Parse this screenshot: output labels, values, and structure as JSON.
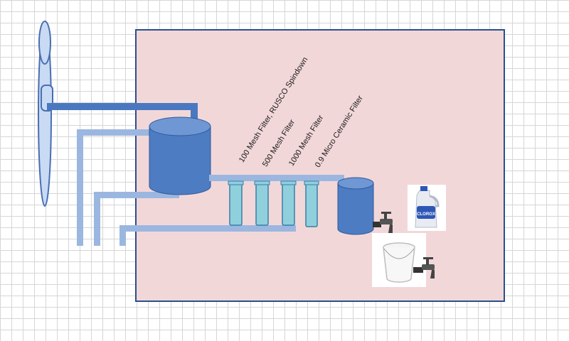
{
  "colors": {
    "enclosure_fill": "#f2d7d9",
    "enclosure_stroke": "#2b4f8c",
    "pipe_dark": "#4a78c0",
    "pipe_light": "#9bb7e0",
    "tank_fill": "#4d7cc2",
    "tank_top": "#6e97d4",
    "filter_fill": "#8fd0dc",
    "filter_stroke": "#3b7ea8",
    "turbine_fill": "#c9daf4",
    "turbine_stroke": "#4a6fb0"
  },
  "icons": {
    "turbine": "wind-turbine-icon",
    "upper_tank": "storage-tank-icon",
    "lower_tank": "filtered-water-tank-icon",
    "faucet": "faucet-icon",
    "bleach": "bleach-bottle-icon",
    "bucket": "bucket-icon"
  },
  "filters": [
    {
      "label": "100 Mesh Filter, RUSCO Spindown"
    },
    {
      "label": "500 Mesh Filter"
    },
    {
      "label": "1000 Mesh Filter"
    },
    {
      "label": "0.9 Micro Ceramic Filter"
    }
  ],
  "bleach_label": "CLOROX"
}
